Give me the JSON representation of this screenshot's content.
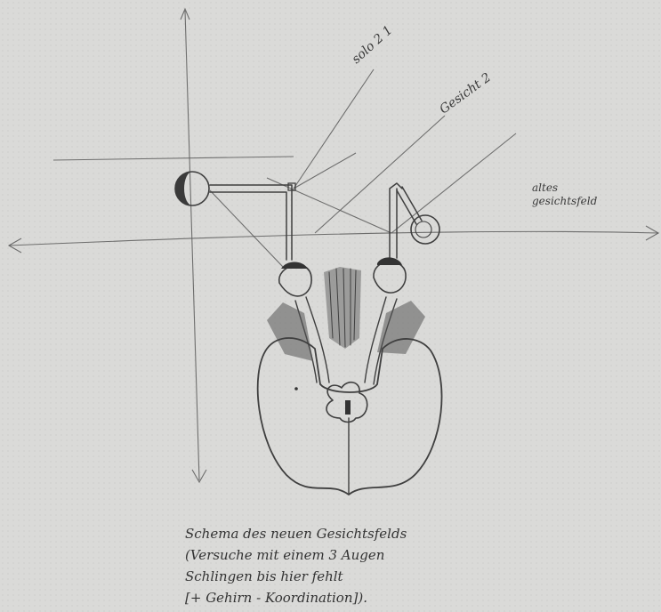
{
  "labels": {
    "ray_1": "solo 2 1",
    "ray_2": "Gesicht 2",
    "side_note_line_1": "altes",
    "side_note_line_2": "gesichtsfeld"
  },
  "caption": {
    "line_1": "Schema des neuen Gesichtsfelds",
    "line_2": "(Versuche mit einem 3 Augen",
    "line_3": "Schlingen bis hier fehlt",
    "line_4": "[+ Gehirn - Koordination])."
  },
  "colors": {
    "paper": "#dadad8",
    "pencil": "#3f3f3f"
  }
}
